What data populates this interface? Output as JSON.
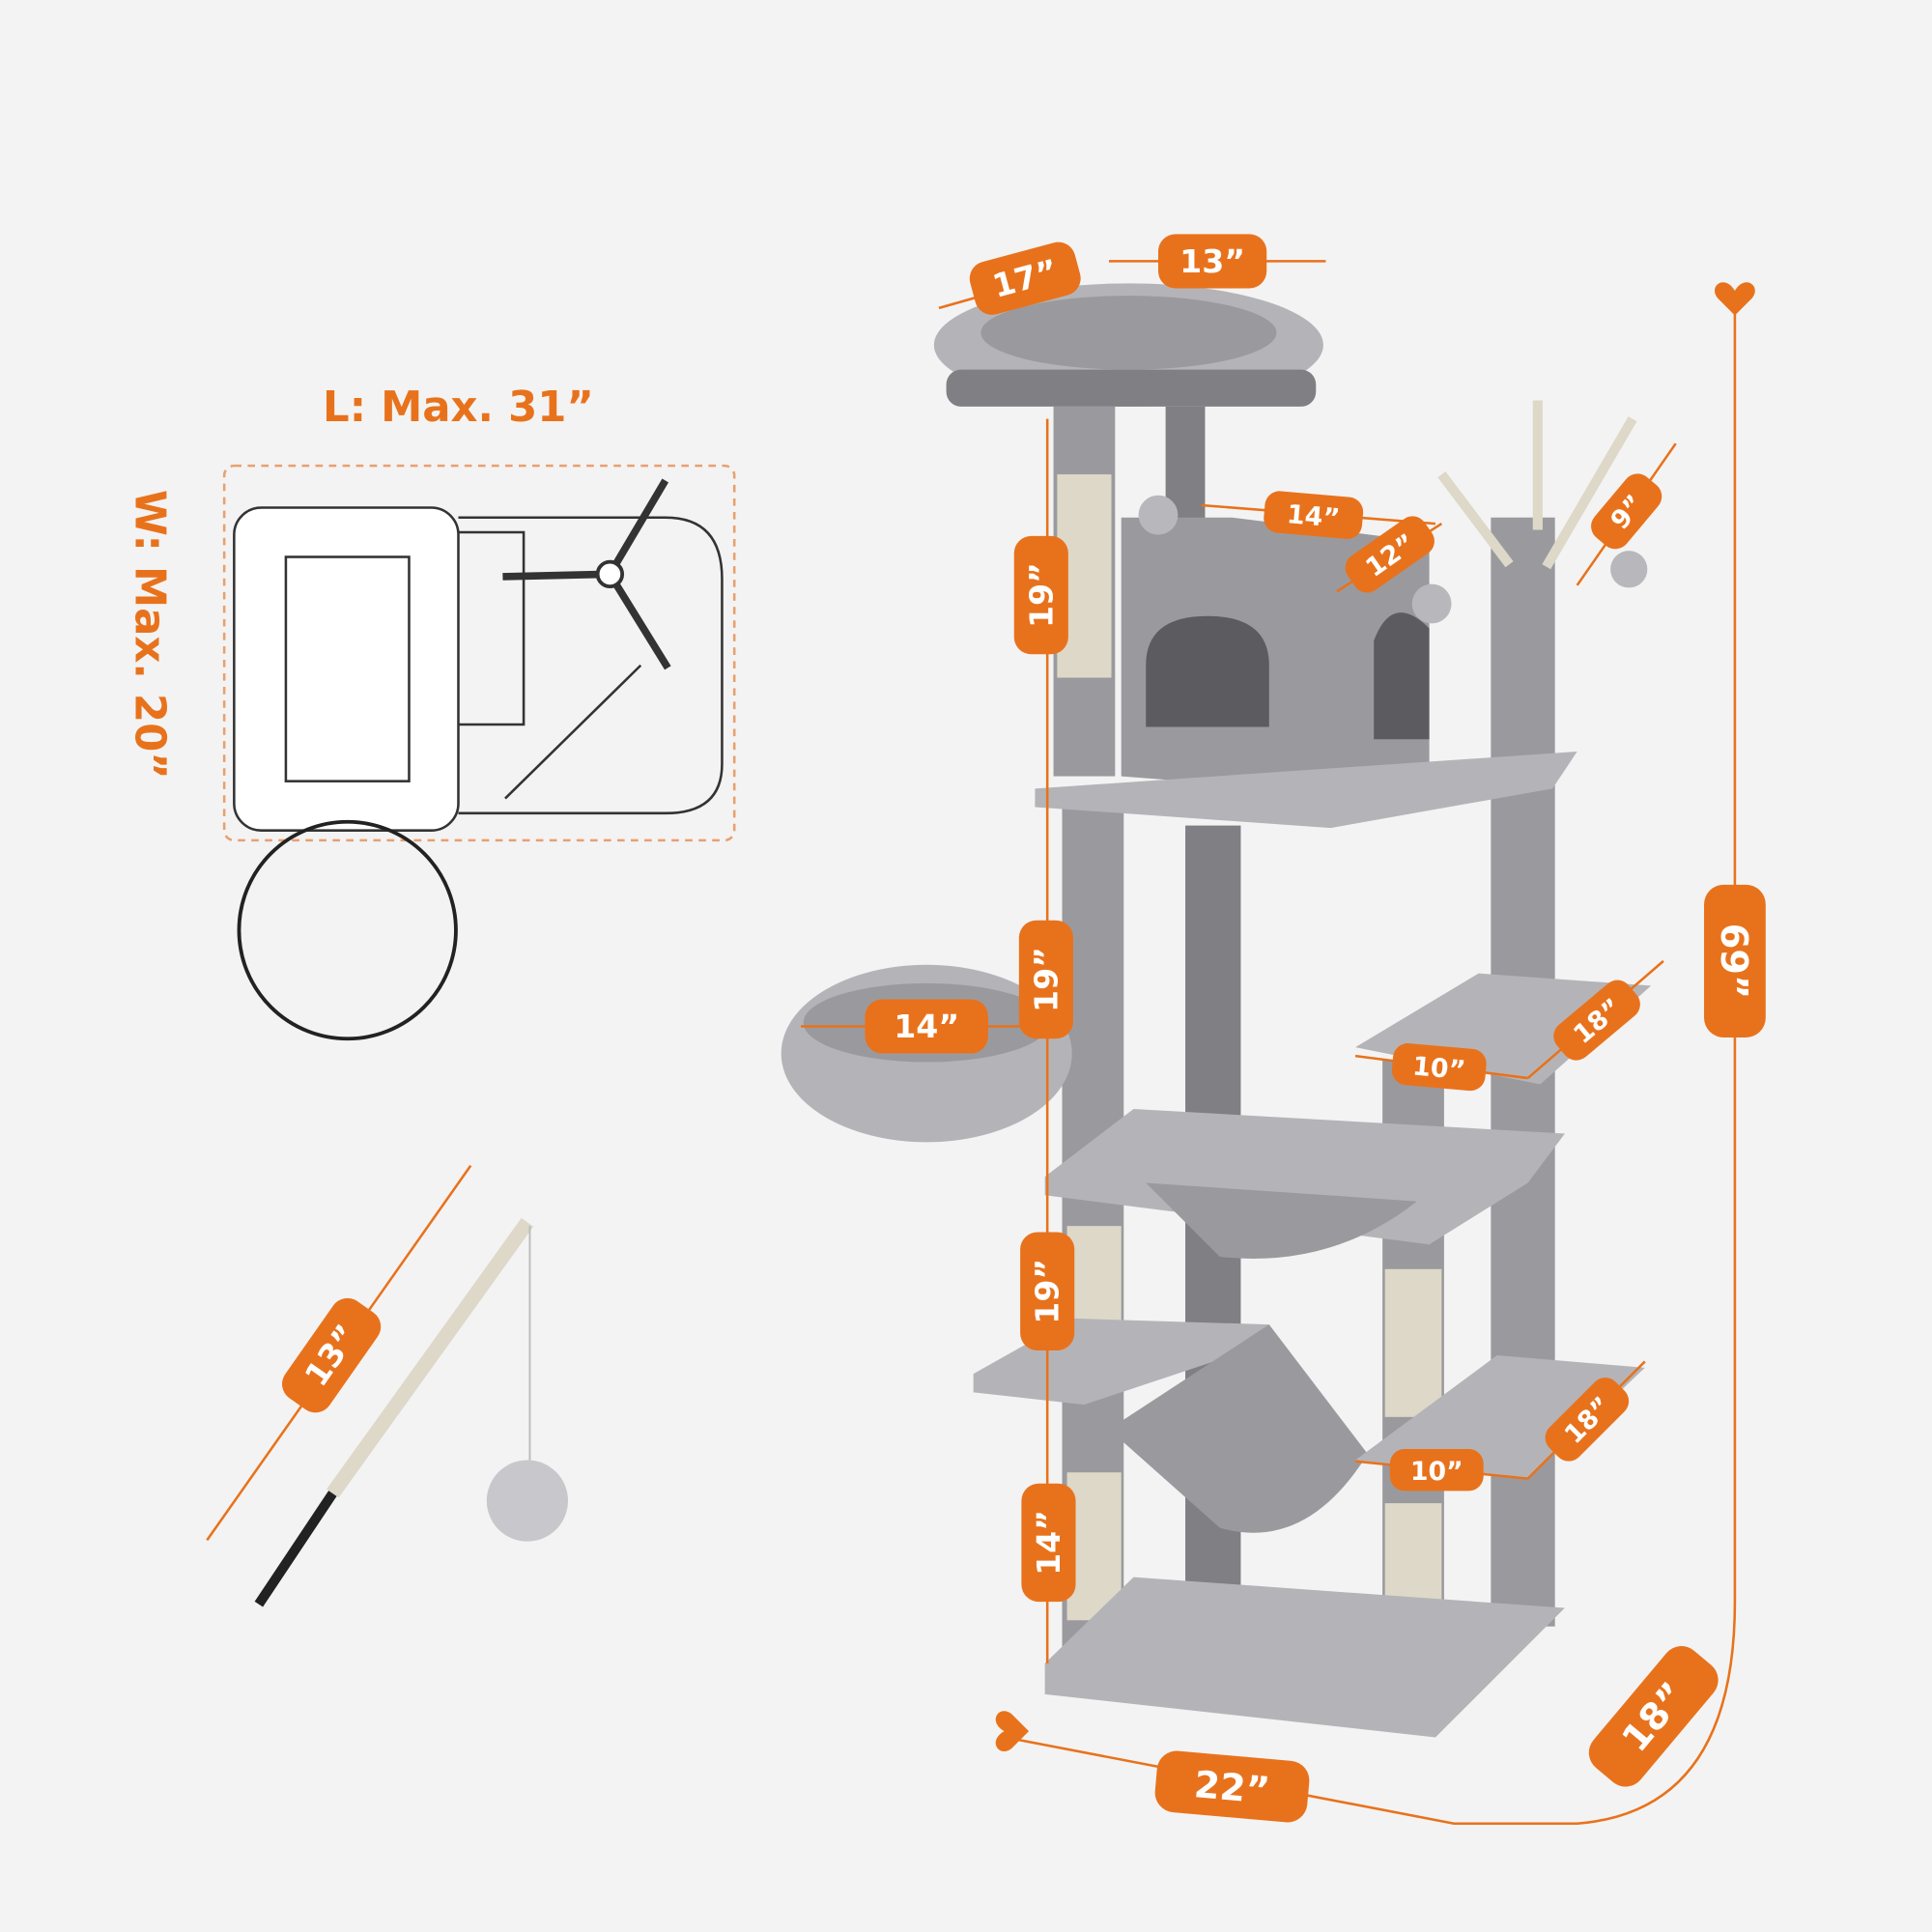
{
  "footprint": {
    "length_label": "L: Max. 31”",
    "width_label": "W: Max. 20”"
  },
  "dimensions": {
    "top_perch_depth": "17”",
    "top_perch_width": "13”",
    "condo_width": "14”",
    "condo_depth": "12”",
    "dangle_toy": "9”",
    "height_top_section": "19”",
    "height_mid_section": "19”",
    "basket_diameter": "14”",
    "height_lower_section": "19”",
    "height_bottom_section": "14”",
    "upper_platform_length": "18”",
    "upper_platform_width": "10”",
    "total_height": "69”",
    "lower_platform_length": "18”",
    "lower_platform_width": "10”",
    "base_length": "22”",
    "base_width": "18”",
    "toy_stick_length": "13”"
  },
  "colors": {
    "accent": "#e8721c",
    "plush": "#9a9a9e",
    "background": "#f3f3f3"
  }
}
